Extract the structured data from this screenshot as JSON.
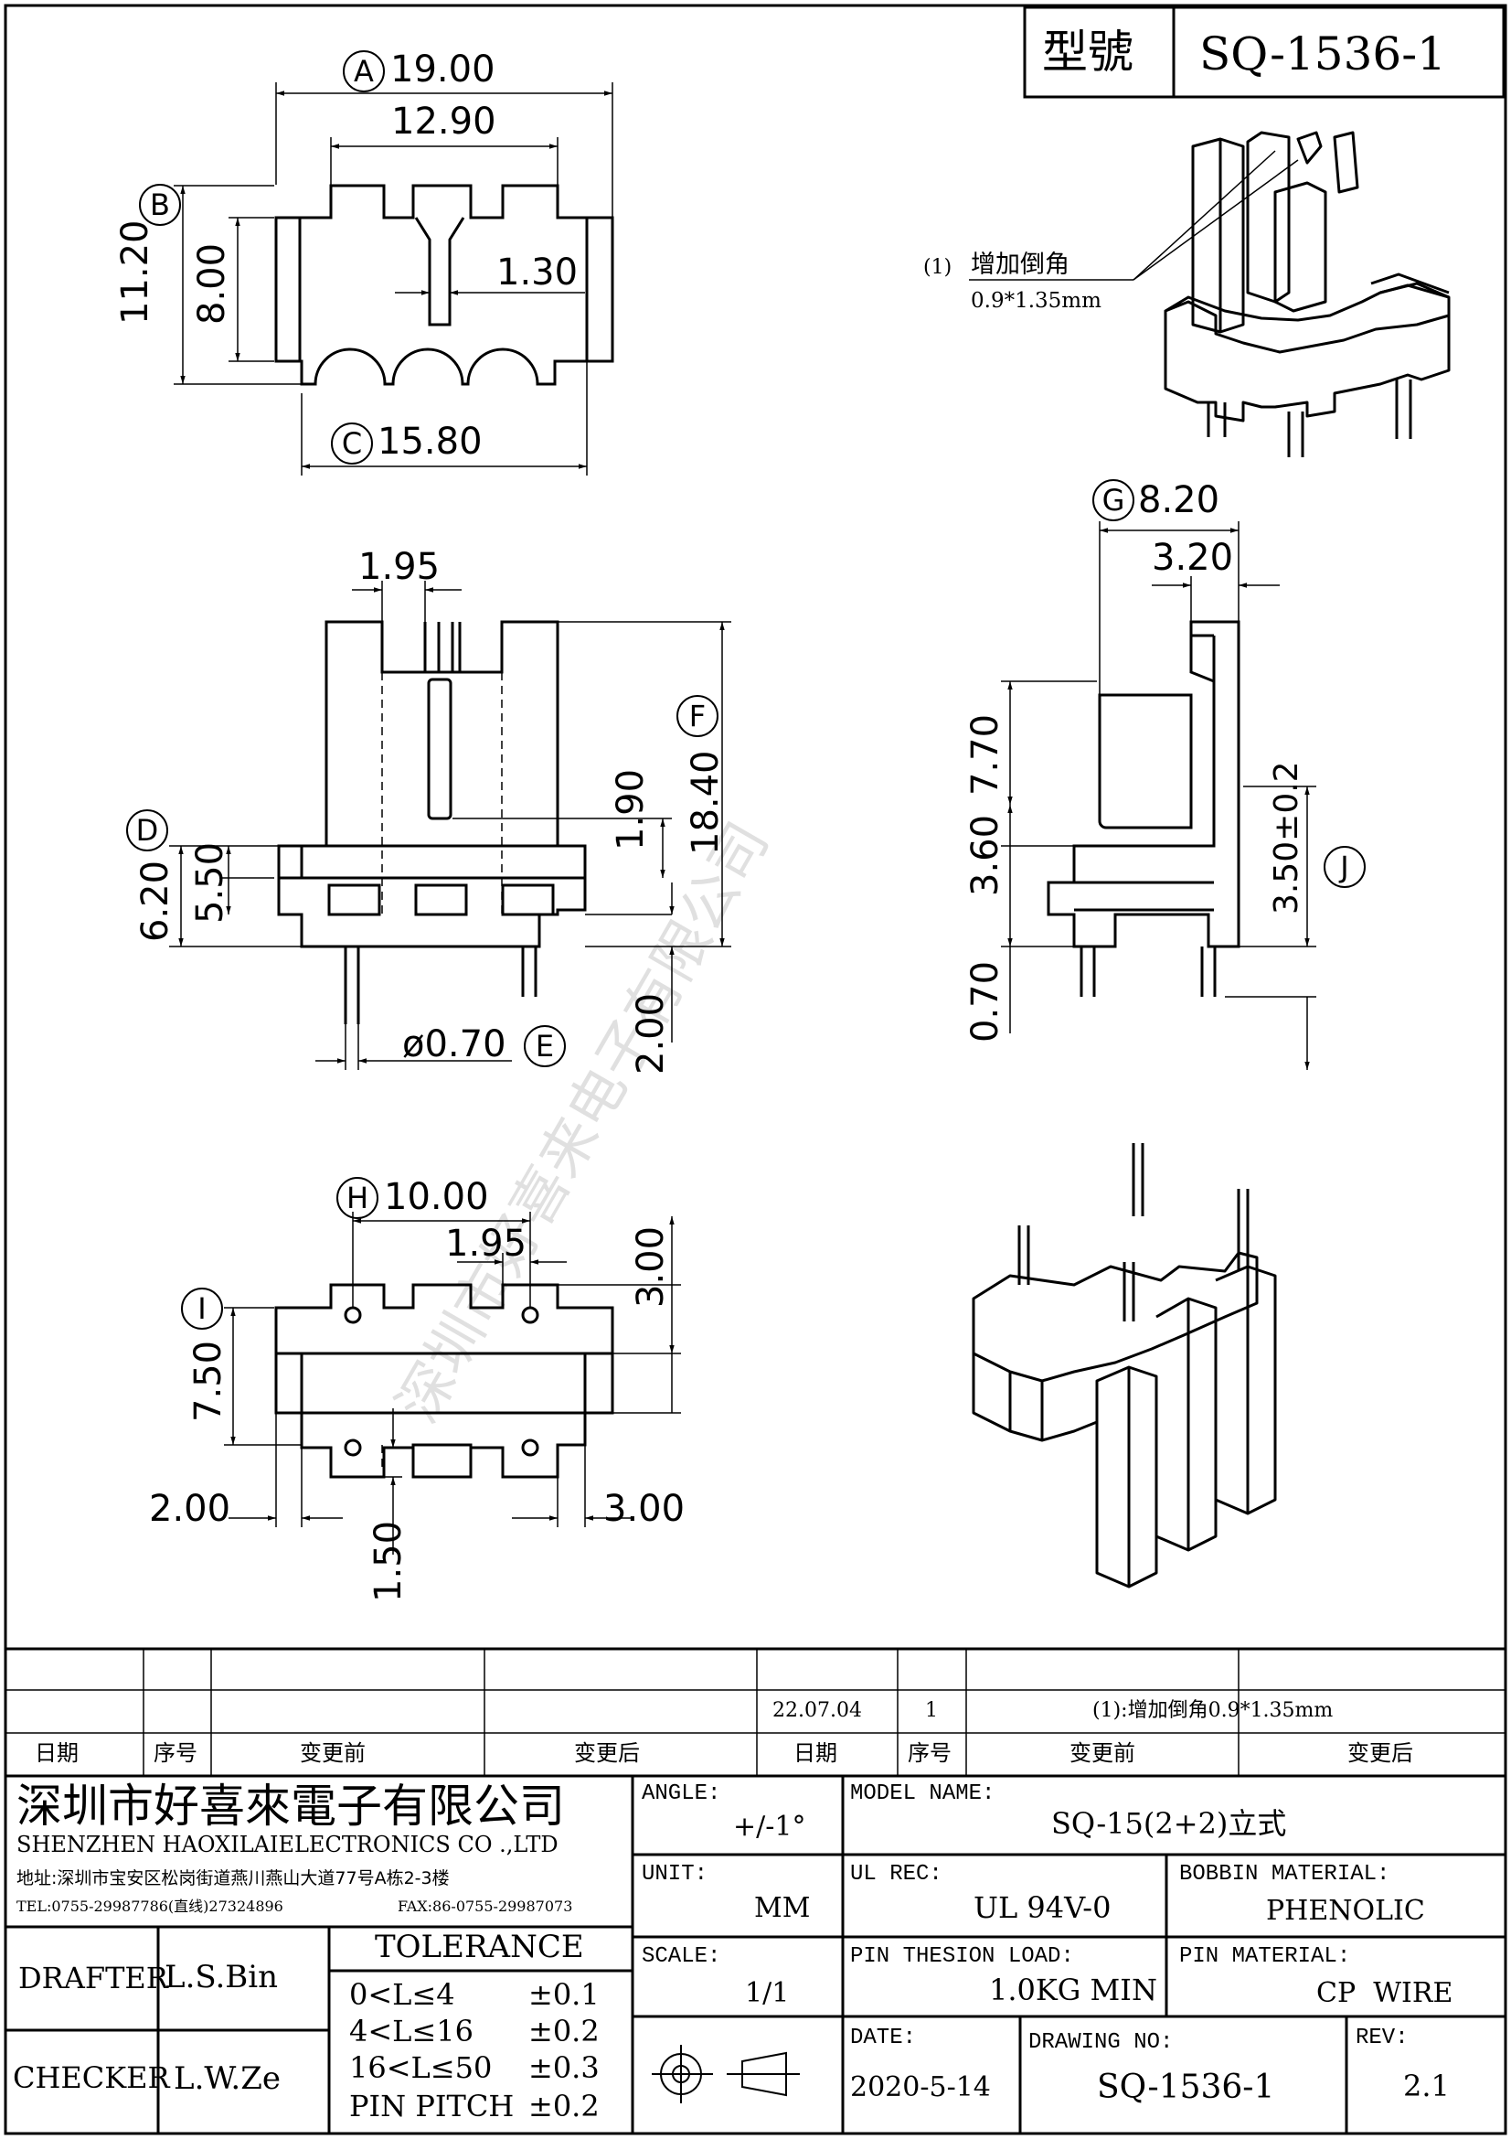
{
  "header": {
    "model_label": "型號",
    "model_no": "SQ-1536-1"
  },
  "callout": {
    "num": "(1)",
    "text": "增加倒角",
    "dim": "0.9*1.35mm"
  },
  "top_view": {
    "a": "19.00",
    "a_tag": "A",
    "inner": "12.90",
    "b": "11.20",
    "b_tag": "B",
    "h": "8.00",
    "slot": "1.30",
    "c": "15.80",
    "c_tag": "C"
  },
  "front_view": {
    "top": "1.95",
    "d": "6.20",
    "d_tag": "D",
    "d2": "5.50",
    "slot_h": "1.90",
    "f": "18.40",
    "f_tag": "F",
    "pin_dia": "ø0.70",
    "e_tag": "E",
    "pin_len": "2.00"
  },
  "side_view": {
    "g": "8.20",
    "g_tag": "G",
    "g2": "3.20",
    "h1": "7.70",
    "h2": "3.60",
    "j": "3.50±0.2",
    "j_tag": "J",
    "pin": "0.70"
  },
  "bottom_view": {
    "h": "10.00",
    "h_tag": "H",
    "pitch": "1.95",
    "right": "3.00",
    "i": "7.50",
    "i_tag": "I",
    "left": "2.00",
    "right2": "3.00",
    "bot": "1.50"
  },
  "watermark": "深圳市好喜来电子有限公司",
  "revision": {
    "date": "22.07.04",
    "seq": "1",
    "before": "(1):增加倒角0.9*1.35mm",
    "headers": [
      "日期",
      "序号",
      "变更前",
      "变更后",
      "日期",
      "序号",
      "变更前",
      "变更后"
    ]
  },
  "company": {
    "name_cn": "深圳市好喜來電子有限公司",
    "name_en": "SHENZHEN HAOXILAIELECTRONICS CO .,LTD",
    "address": "地址:深圳市宝安区松岗街道燕川燕山大道77号A栋2-3楼",
    "tel": "TEL:0755-29987786(直线)27324896",
    "fax": "FAX:86-0755-29987073"
  },
  "people": {
    "drafter_label": "DRAFTER",
    "drafter": "L.S.Bin",
    "checker_label": "CHECKER",
    "checker": "L.W.Ze"
  },
  "tolerance": {
    "title": "TOLERANCE",
    "rows": [
      {
        "range": "0<L≤4",
        "val": "±0.1"
      },
      {
        "range": "4<L≤16",
        "val": "±0.2"
      },
      {
        "range": "16<L≤50",
        "val": "±0.3"
      },
      {
        "range": "PIN PITCH",
        "val": "±0.2"
      }
    ]
  },
  "specs": {
    "angle_label": "ANGLE:",
    "angle": "+/-1°",
    "unit_label": "UNIT:",
    "unit": "MM",
    "scale_label": "SCALE:",
    "scale": "1/1",
    "model_label": "MODEL NAME:",
    "model": "SQ-15(2+2)立式",
    "ul_label": "UL REC:",
    "ul": "UL 94V-0",
    "bobbin_label": "BOBBIN MATERIAL:",
    "bobbin": "PHENOLIC",
    "load_label": "PIN THESION LOAD:",
    "load": "1.0KG MIN",
    "pinmat_label": "PIN MATERIAL:",
    "pinmat": "CP  WIRE",
    "date_label": "DATE:",
    "date": "2020-5-14",
    "dwg_label": "DRAWING NO:",
    "dwg": "SQ-1536-1",
    "rev_label": "REV:",
    "rev": "2.1"
  }
}
